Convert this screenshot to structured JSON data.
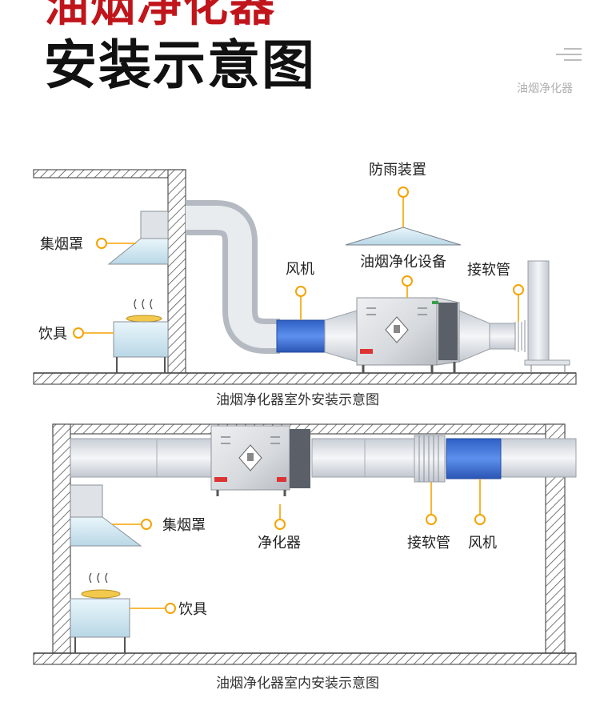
{
  "header": {
    "title_top": "油烟净化器",
    "title_main": "安装示意图",
    "side_label": "油烟净化器"
  },
  "outdoor": {
    "labels": {
      "rain_cover": "防雨装置",
      "hood": "集烟罩",
      "stove": "饮具",
      "fan": "风机",
      "purifier": "油烟净化设备",
      "connector": "接软管"
    },
    "caption": "油烟净化器室外安装示意图"
  },
  "indoor": {
    "labels": {
      "hood": "集烟罩",
      "stove": "饮具",
      "purifier": "净化器",
      "connector": "接软管",
      "fan": "风机"
    },
    "caption": "油烟净化器室内安装示意图"
  },
  "colors": {
    "accent": "#f5a300",
    "brand_red": "#c0151b",
    "fan_blue": "#3d72d4",
    "duct": "#dfe4ea"
  }
}
